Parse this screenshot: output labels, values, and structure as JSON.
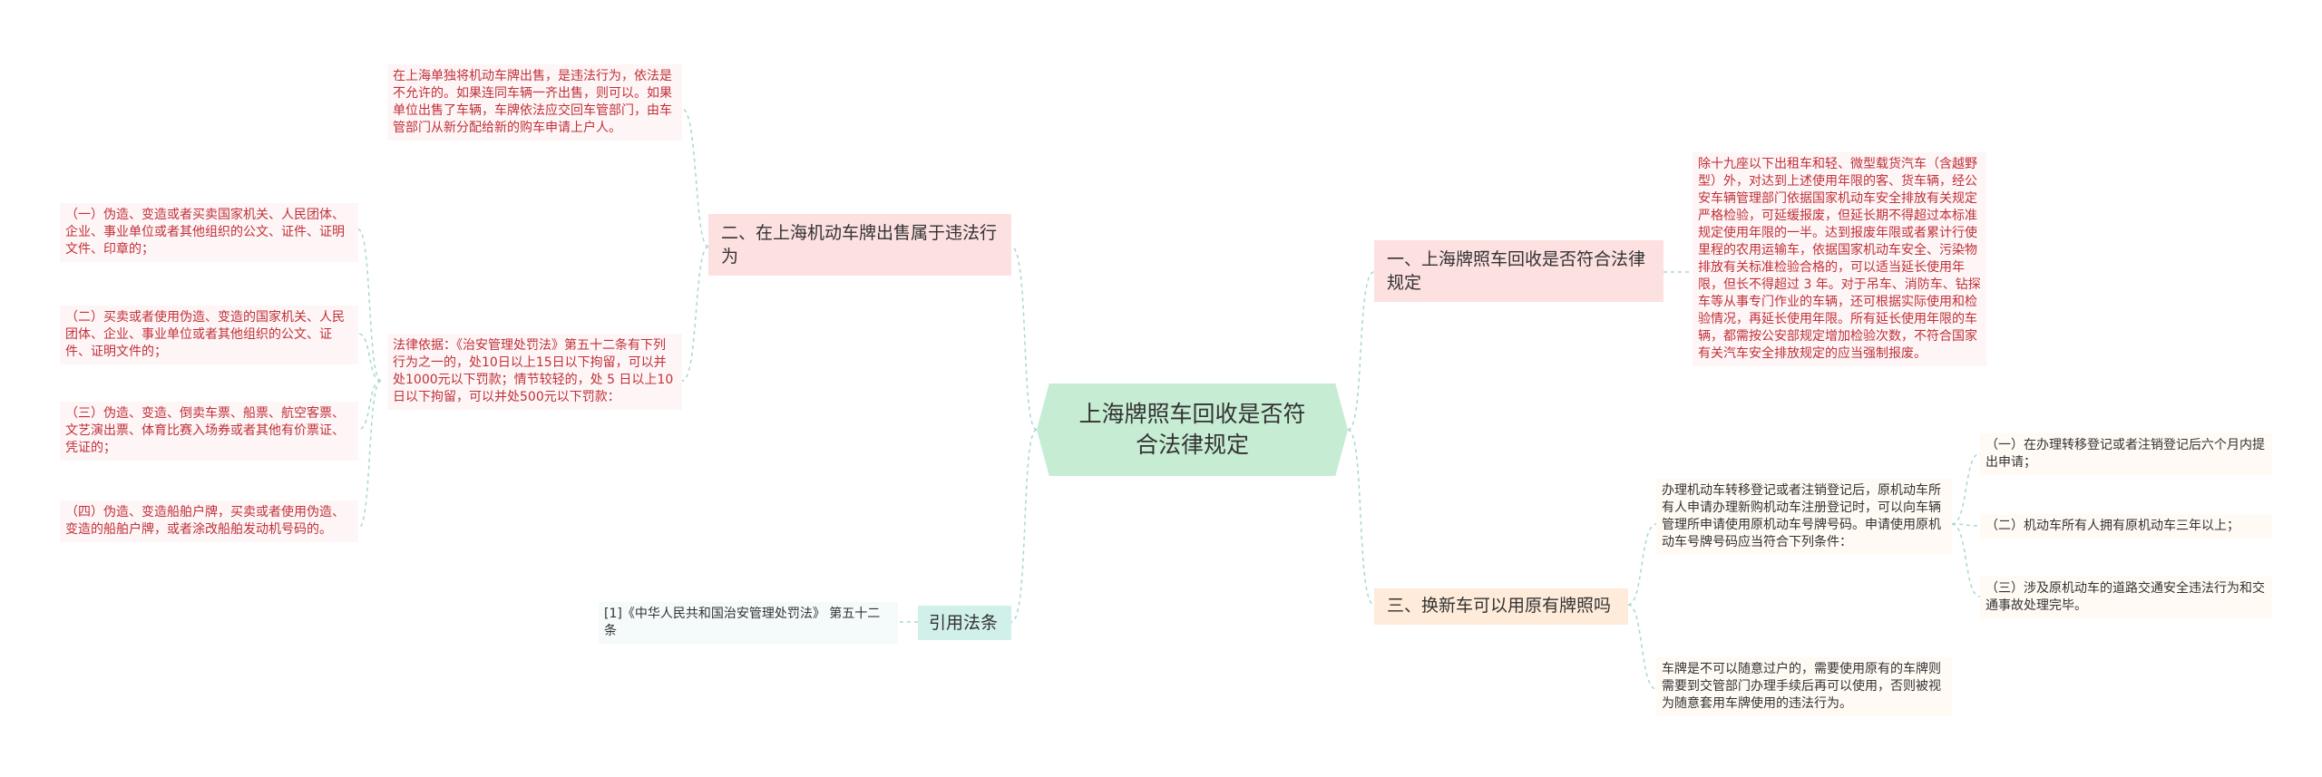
{
  "center": {
    "text": "上海牌照车回收是否符合法律规定"
  },
  "branches": {
    "b1": {
      "text": "二、在上海机动车牌出售属于违法行为"
    },
    "b2": {
      "text": "一、上海牌照车回收是否符合法律规定"
    },
    "b3": {
      "text": "三、换新车可以用原有牌照吗"
    },
    "b4": {
      "text": "引用法条"
    }
  },
  "leaves": {
    "sale_rule": "在上海单独将机动车牌出售，是违法行为，依法是不允许的。如果连同车辆一齐出售，则可以。如果单位出售了车辆，车牌依法应交回车管部门，由车管部门从新分配给新的购车申请上户人。",
    "legal_basis": "法律依据：《治安管理处罚法》第五十二条有下列行为之一的，处10日以上15日以下拘留，可以并处1000元以下罚款；情节较轻的，处 5 日以上10日以下拘留，可以并处500元以下罚款：",
    "item1": "（一）伪造、变造或者买卖国家机关、人民团体、企业、事业单位或者其他组织的公文、证件、证明文件、印章的；",
    "item2": "（二）买卖或者使用伪造、变造的国家机关、人民团体、企业、事业单位或者其他组织的公文、证件、证明文件的；",
    "item3": "（三）伪造、变造、倒卖车票、船票、航空客票、文艺演出票、体育比赛入场券或者其他有价票证、凭证的；",
    "item4": "（四）伪造、变造船舶户牌，买卖或者使用伪造、变造的船舶户牌，或者涂改船舶发动机号码的。",
    "citation": "[1]《中华人民共和国治安管理处罚法》 第五十二条",
    "recall": "除十九座以下出租车和轻、微型载货汽车（含越野型）外，对达到上述使用年限的客、货车辆，经公安车辆管理部门依据国家机动车安全排放有关规定严格检验，可延缓报废，但延长期不得超过本标准规定使用年限的一半。达到报废年限或者累计行使里程的农用运输车，依据国家机动车安全、污染物排放有关标准检验合格的，可以适当延长使用年限，但长不得超过 3 年。对于吊车、消防车、钻探车等从事专门作业的车辆，还可根据实际使用和检验情况，再延长使用年限。所有延长使用年限的车辆，都需按公安部规定增加检验次数，不符合国家有关汽车安全排放规定的应当强制报废。",
    "transfer": "办理机动车转移登记或者注销登记后，原机动车所有人申请办理新购机动车注册登记时，可以向车辆管理所申请使用原机动车号牌号码。申请使用原机动车号牌号码应当符合下列条件：",
    "cond1": "（一）在办理转移登记或者注销登记后六个月内提出申请；",
    "cond2": "（二）机动车所有人拥有原机动车三年以上；",
    "cond3": "（三）涉及原机动车的道路交通安全违法行为和交通事故处理完毕。",
    "no_transfer": "车牌是不可以随意过户的，需要使用原有的车牌则需要到交管部门办理手续后再可以使用，否则被视为随意套用车牌使用的违法行为。"
  },
  "colors": {
    "center_bg": "#c6ecd3",
    "branch_red_bg": "#fde0e0",
    "branch_orange_bg": "#feebd9",
    "branch_teal_bg": "#d2f0ea",
    "leaf_red_text": "#c0303a",
    "connector": "#a8d8cc"
  }
}
